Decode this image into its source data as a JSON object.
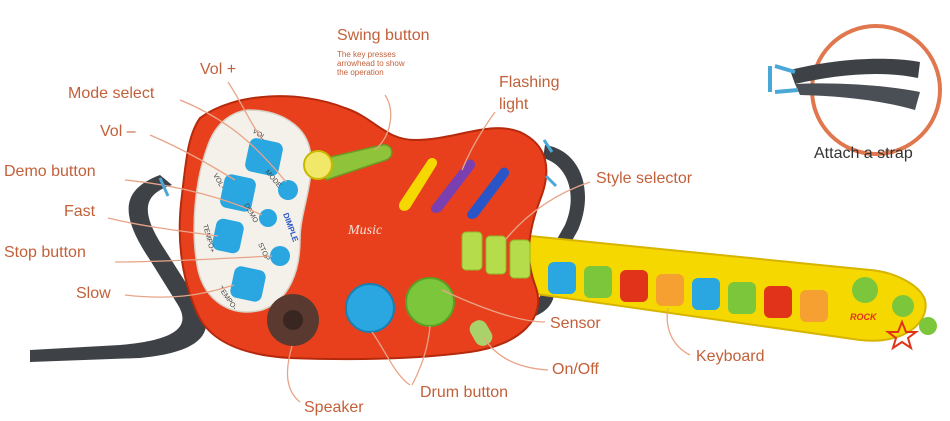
{
  "labels": {
    "swing_button": "Swing button",
    "swing_note": "The key presses arrowhead to show the operation",
    "vol_plus": "Vol +",
    "mode_select": "Mode select",
    "vol_minus": "Vol –",
    "demo_button": "Demo button",
    "fast": "Fast",
    "stop_button": "Stop button",
    "slow": "Slow",
    "flashing_light": "Flashing light",
    "style_selector": "Style selector",
    "sensor": "Sensor",
    "on_off": "On/Off",
    "keyboard": "Keyboard",
    "drum_button": "Drum button",
    "speaker": "Speaker",
    "attach_strap": "Attach a strap"
  },
  "toy_print": {
    "music": "Music",
    "dimple": "DIMPLE",
    "vol": "VOL",
    "vol_minus": "VOL-",
    "mode": "MODE",
    "demo": "DEMO",
    "tempo_plus": "TEMPO+",
    "stop": "STOP",
    "tempo_minus": "TEMPO-",
    "rock": "ROCK"
  },
  "colors": {
    "label": "#c2603a",
    "body_red": "#e8401c",
    "neck_yellow": "#f5d800",
    "button_blue": "#2aa6e0",
    "button_green": "#7cc63c",
    "strap": "#3e4247"
  }
}
